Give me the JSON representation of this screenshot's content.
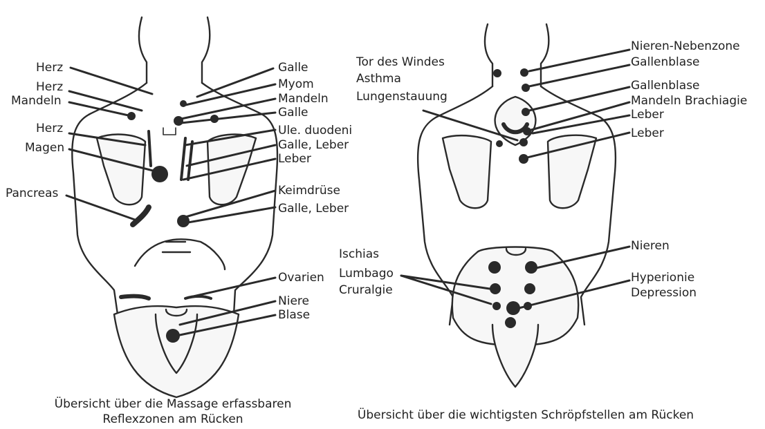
{
  "left_figure": {
    "labels": {
      "herz1": "Herz",
      "herz2": "Herz",
      "mandeln_l": "Mandeln",
      "herz3": "Herz",
      "magen": "Magen",
      "pancreas": "Pancreas",
      "galle1": "Galle",
      "myom": "Myom",
      "mandeln_r": "Mandeln",
      "galle2": "Galle",
      "ule": "Ule. duodeni",
      "galle_leber1": "Galle, Leber",
      "leber": "Leber",
      "keimdruese": "Keimdrüse",
      "galle_leber2": "Galle, Leber",
      "ovarien": "Ovarien",
      "niere": "Niere",
      "blase": "Blase"
    },
    "caption": "Übersicht über die Massage erfassbaren\nReflexzonen am Rücken"
  },
  "right_figure": {
    "labels": {
      "tor": "Tor des Windes",
      "asthma": "Asthma",
      "lungen": "Lungenstauung",
      "nieren_neben": "Nieren-Nebenzone",
      "gallenblase1": "Gallenblase",
      "gallenblase2": "Gallenblase",
      "mandeln_brach": "Mandeln Brachiagie",
      "leber1": "Leber",
      "leber2": "Leber",
      "ischias": "Ischias",
      "lumbago": "Lumbago",
      "cruralgie": "Cruralgie",
      "nieren": "Nieren",
      "hyperionie": "Hyperionie",
      "depression": "Depression"
    },
    "caption": "Übersicht über die wichtigsten Schröpfstellen am Rücken"
  },
  "colors": {
    "line": "#2a2a2a",
    "dot": "#2a2a2a",
    "fill": "#f7f7f7",
    "text": "#222222"
  }
}
